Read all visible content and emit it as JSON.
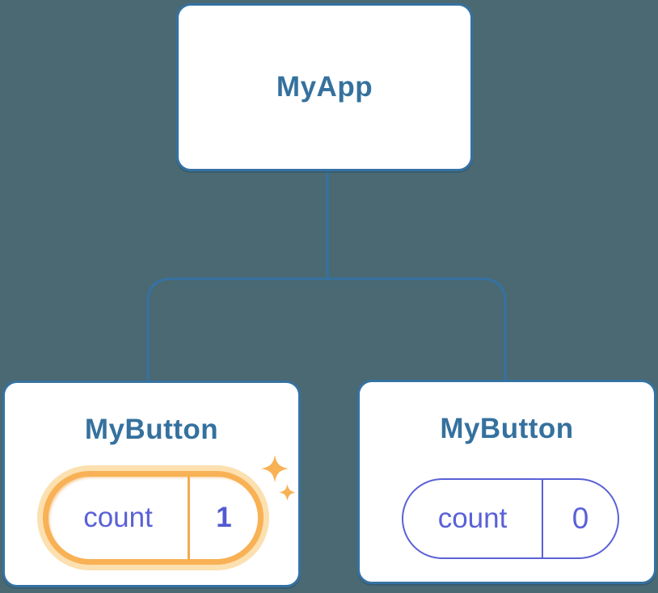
{
  "diagram": {
    "description": "React component tree diagram with state pills",
    "root": {
      "label": "MyApp"
    },
    "children": [
      {
        "label": "MyButton",
        "state_name": "count",
        "state_value": "1",
        "highlighted": true
      },
      {
        "label": "MyButton",
        "state_name": "count",
        "state_value": "0",
        "highlighted": false
      }
    ]
  },
  "icons": {
    "sparkles": "sparkles-icon"
  },
  "colors": {
    "background": "#4b6972",
    "card_border": "#3572a3",
    "title_text": "#35719e",
    "connector_line": "#3572a3",
    "state_text": "#5a61d6",
    "highlight_orange": "#f8b155",
    "highlight_glow": "#fce0b0"
  }
}
